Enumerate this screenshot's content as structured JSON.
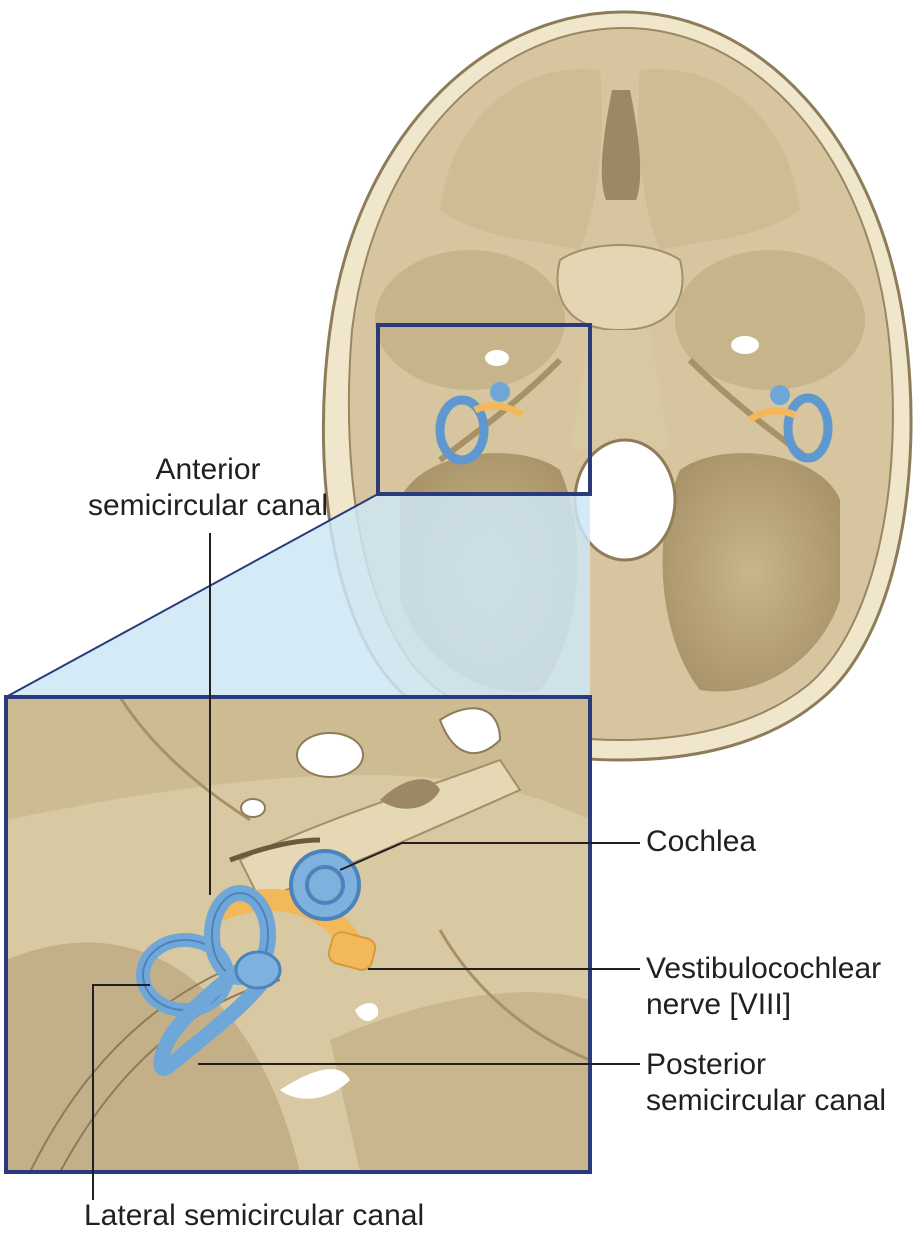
{
  "labels": {
    "anterior": [
      "Anterior",
      "semicircular canal"
    ],
    "cochlea": "Cochlea",
    "vestibulocochlear": [
      "Vestibulocochlear",
      "nerve [VIII]"
    ],
    "posterior": [
      "Posterior",
      "semicircular canal"
    ],
    "lateral": "Lateral semicircular canal"
  },
  "colors": {
    "bone": "#d9c9a3",
    "bone_dark": "#b9a67e",
    "frame": "#2b3a7a",
    "zoom_fill": "#cde6f5",
    "canal_blue": "#6fa7d8",
    "nerve_orange": "#f3b85a",
    "leader": "#231f20"
  }
}
